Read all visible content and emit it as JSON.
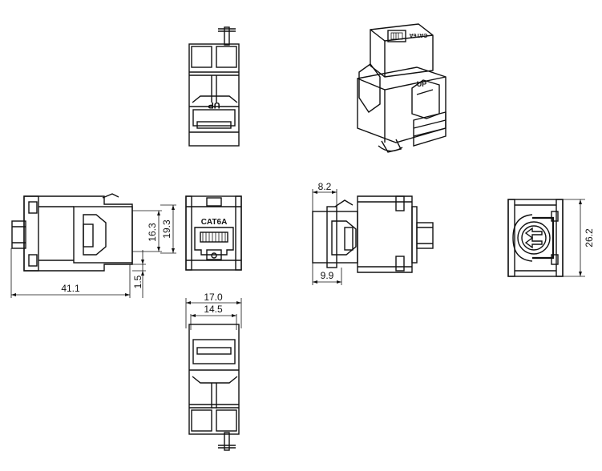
{
  "labels": {
    "up_back": "UP",
    "up_iso": "UP",
    "cat_front": "CAT6A",
    "cat_iso": "CAT6A"
  },
  "dimensions": {
    "length": "41.1",
    "offset": "1.5",
    "inner_height": "16.3",
    "outer_height": "19.3",
    "outer_width": "17.0",
    "inner_width": "14.5",
    "top_gap": "8.2",
    "bottom_gap": "9.9",
    "rear_height": "26.2"
  }
}
